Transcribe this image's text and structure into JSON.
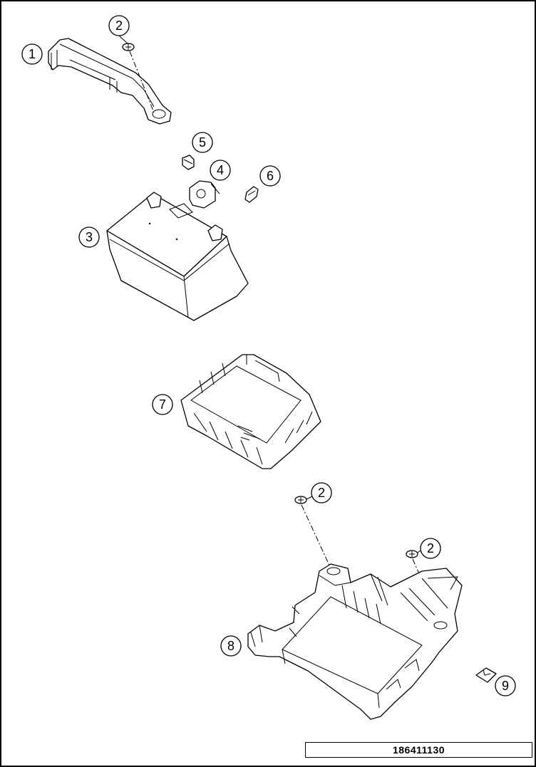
{
  "diagram": {
    "reference_number": "186411130",
    "line_color": "#000000",
    "background_color": "#ffffff",
    "callouts": [
      {
        "id": "callout-1",
        "label": "1"
      },
      {
        "id": "callout-2-top",
        "label": "2"
      },
      {
        "id": "callout-3",
        "label": "3"
      },
      {
        "id": "callout-4",
        "label": "4"
      },
      {
        "id": "callout-5",
        "label": "5"
      },
      {
        "id": "callout-6",
        "label": "6"
      },
      {
        "id": "callout-7",
        "label": "7"
      },
      {
        "id": "callout-2-middle",
        "label": "2"
      },
      {
        "id": "callout-2-right",
        "label": "2"
      },
      {
        "id": "callout-8",
        "label": "8"
      },
      {
        "id": "callout-9",
        "label": "9"
      }
    ]
  }
}
